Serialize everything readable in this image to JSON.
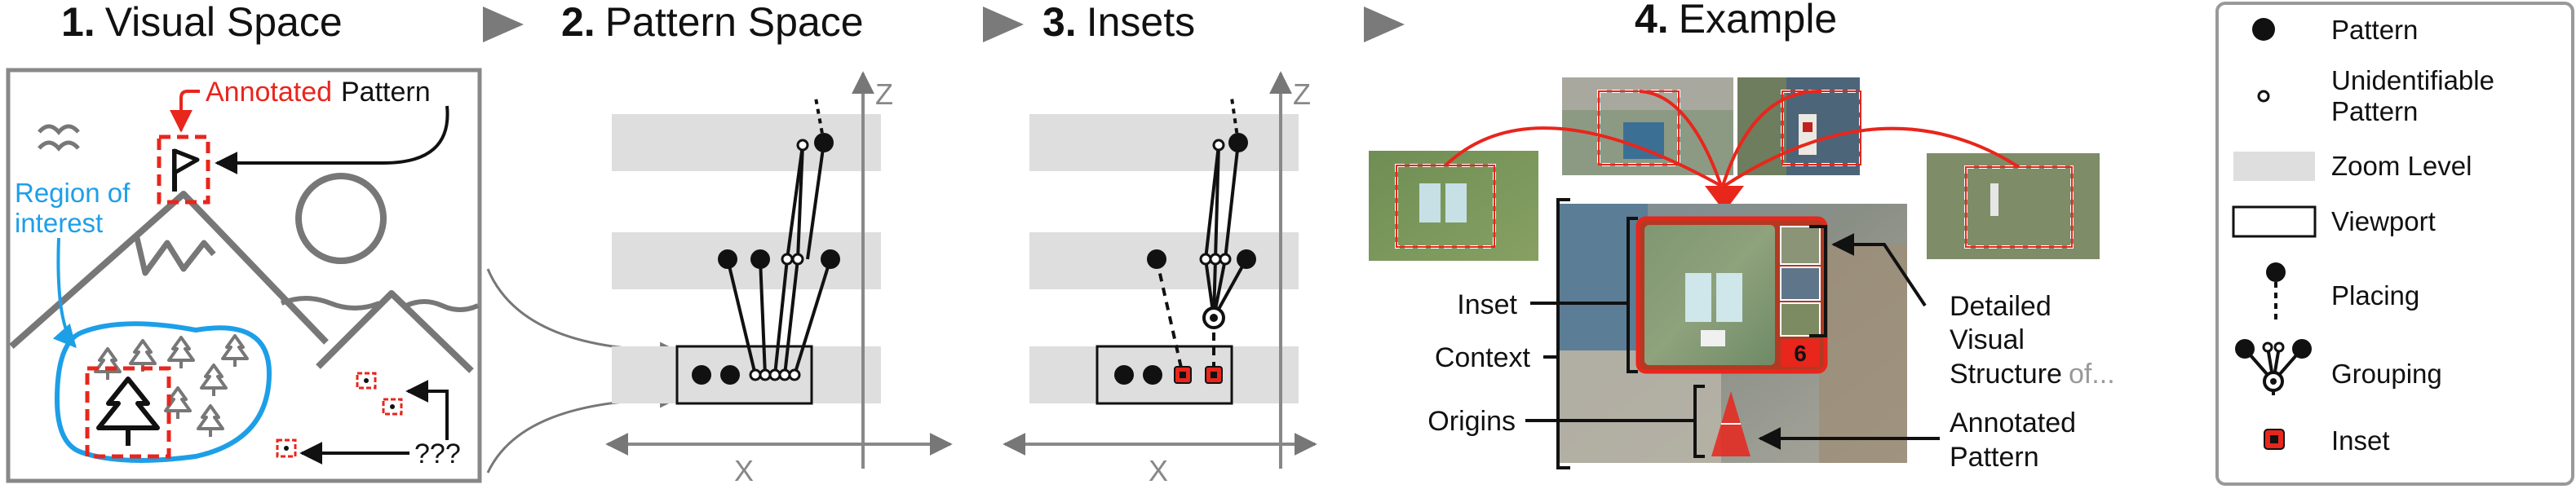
{
  "panels": [
    {
      "number": "1.",
      "title": "Visual Space"
    },
    {
      "number": "2.",
      "title": "Pattern Space"
    },
    {
      "number": "3.",
      "title": "Insets"
    },
    {
      "number": "4.",
      "title": "Example"
    }
  ],
  "visual_space": {
    "annotated": "Annotated",
    "pattern": "Pattern",
    "region_line1": "Region of",
    "region_line2": "interest",
    "unknown": "???"
  },
  "pattern_space": {
    "axis_z": "Z",
    "axis_x": "X"
  },
  "insets_panel": {
    "axis_z": "Z",
    "axis_x": "X"
  },
  "example": {
    "inset": "Inset",
    "context": "Context",
    "origins": "Origins",
    "detailed_line1": "Detailed",
    "detailed_line2": "Visual",
    "detailed_line3": "Structure",
    "detailed_of": "of...",
    "annotated_line1": "Annotated",
    "annotated_line2": "Pattern",
    "badge": "6"
  },
  "legend": {
    "pattern": "Pattern",
    "unidentifiable_line1": "Unidentifiable",
    "unidentifiable_line2": "Pattern",
    "zoom_level": "Zoom Level",
    "viewport": "Viewport",
    "placing": "Placing",
    "grouping": "Grouping",
    "inset": "Inset"
  },
  "colors": {
    "red": "#e8261c",
    "blue": "#1d9fe8",
    "gray": "#666666",
    "zoom_band": "#dedede",
    "dark": "#111111"
  }
}
